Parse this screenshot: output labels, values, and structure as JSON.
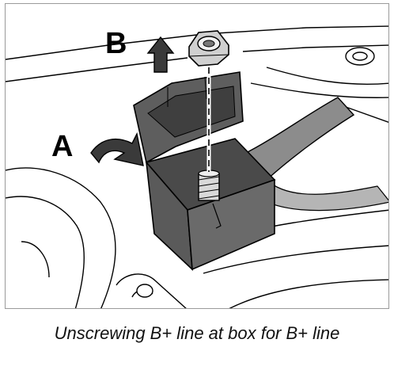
{
  "figure": {
    "callouts": {
      "a": "A",
      "b": "B"
    },
    "caption": "Unscrewing B+ line at box for B+ line"
  },
  "colors": {
    "line": "#000000",
    "box_fill": "#5a5a5a",
    "box_dark": "#3c3c3c",
    "hose_fill": "#8c8c8c"
  }
}
